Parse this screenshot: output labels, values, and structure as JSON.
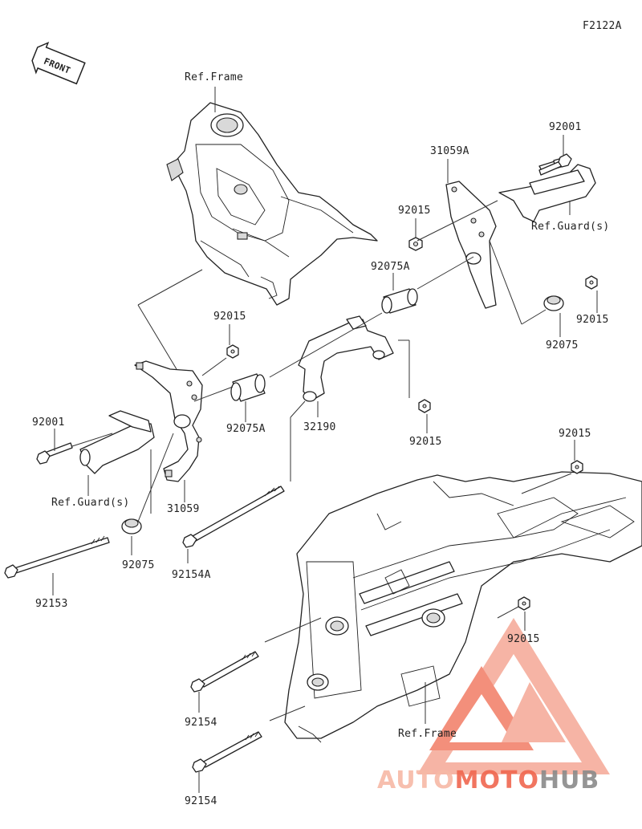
{
  "diagram_code": "F2122A",
  "front_label": "FRONT",
  "labels": {
    "ref_frame_top": "Ref.Frame",
    "ref_frame_bottom": "Ref.Frame",
    "ref_guard_right": "Ref.Guard(s)",
    "ref_guard_left": "Ref.Guard(s)",
    "p92001_right": "92001",
    "p31059A": "31059A",
    "p92015_a": "92015",
    "p92075A_upper": "92075A",
    "p92015_b": "92015",
    "p92075_right": "92075",
    "p92015_c": "92015",
    "p92001_left": "92001",
    "p92075A_lower": "92075A",
    "p32190": "32190",
    "p92015_d": "92015",
    "p92015_e": "92015",
    "p31059": "31059",
    "p92075_left": "92075",
    "p92154A": "92154A",
    "p92153": "92153",
    "p92015_f": "92015",
    "p92154_a": "92154",
    "p92154_b": "92154"
  },
  "watermark": {
    "part1": "AUTO",
    "part2": "MOTO",
    "part3": "HUB",
    "color_light": "#f7b9a6",
    "color_accent": "#f0674f",
    "color_dark": "#8a8a8a"
  }
}
